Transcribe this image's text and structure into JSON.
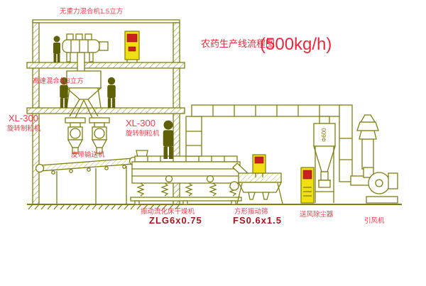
{
  "title": {
    "name": "农药生产线流程图",
    "capacity": "(500kg/h)"
  },
  "colors": {
    "line_olive": "#7f7f10",
    "cabinet_yellow": "#f0df12",
    "panel_red": "#cc1f1f",
    "label_red": "#f23b4b",
    "model_dark_red": "#a8141e",
    "figure_olive": "#5f5f08",
    "background": "#ffffff"
  },
  "labels": {
    "top_mixer": "无重力混合机1.5立方",
    "high_speed_mixer": "高速混合机3立方",
    "granulator_left_model": "XL-300",
    "granulator_left_name": "旋转制粒机",
    "granulator_center_model": "XL-300",
    "granulator_center_name": "旋转制粒机",
    "belt_conveyor": "皮带输送机",
    "fluid_bed_dryer": "振动流化床干燥机",
    "fluid_bed_dryer_model": "ZLG6x0.75",
    "square_screen": "方形振动筛",
    "square_screen_model": "FS0.6x1.5",
    "dust_collector": "送风除尘器",
    "induced_draft_fan": "引风机",
    "cyclone_dimension": "Φ600"
  }
}
